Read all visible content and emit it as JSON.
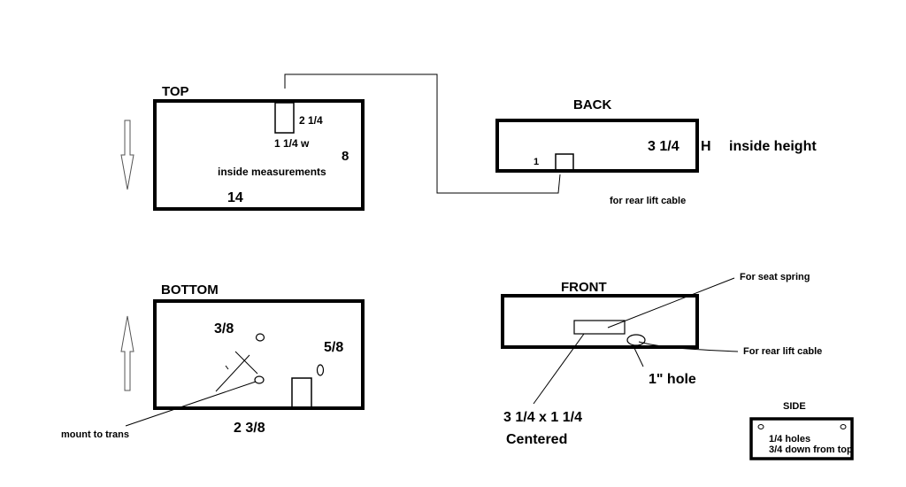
{
  "top": {
    "title": "TOP",
    "slot_height": "2 1/4",
    "slot_width": "1 1/4 w",
    "inside_label": "inside measurements",
    "depth": "8",
    "length": "14"
  },
  "back": {
    "title": "BACK",
    "height": "3 1/4",
    "h_unit": "H",
    "height_note": "inside height",
    "hole": "1",
    "cable_note": "for rear lift cable"
  },
  "bottom": {
    "title": "BOTTOM",
    "hole_a": "3/8",
    "hole_b": "5/8",
    "mount_note": "mount to trans",
    "offset": "2 3/8"
  },
  "front": {
    "title": "FRONT",
    "spring_note": "For seat spring",
    "cable_note": "For rear lift cable",
    "hole": "1\" hole",
    "slot_size": "3 1/4 x 1 1/4",
    "centered": "Centered"
  },
  "side": {
    "title": "SIDE",
    "holes": "1/4 holes",
    "holes_position": "3/4 down from top"
  }
}
